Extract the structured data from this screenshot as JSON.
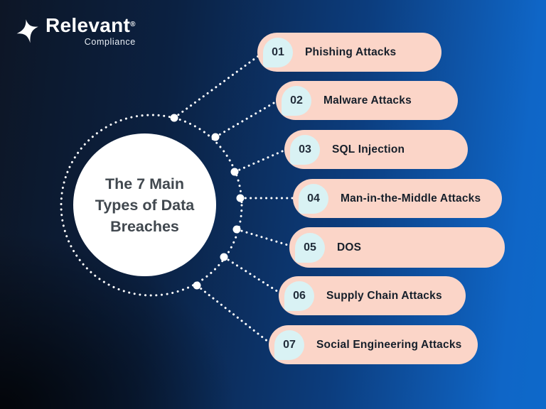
{
  "brand": {
    "name": "Relevant",
    "registered_mark": "®",
    "subtitle": "Compliance",
    "logo_icon": "sparkle-icon",
    "text_color": "#ffffff"
  },
  "center": {
    "title_lines": [
      "The 7 Main",
      "Types of Data",
      "Breaches"
    ],
    "text_color": "#41484f",
    "circle_color": "#ffffff"
  },
  "items": [
    {
      "num": "01",
      "label": "Phishing Attacks"
    },
    {
      "num": "02",
      "label": "Malware Attacks"
    },
    {
      "num": "03",
      "label": "SQL Injection"
    },
    {
      "num": "04",
      "label": "Man-in-the-Middle Attacks"
    },
    {
      "num": "05",
      "label": "DOS"
    },
    {
      "num": "06",
      "label": "Supply Chain Attacks"
    },
    {
      "num": "07",
      "label": "Social Engineering Attacks"
    }
  ],
  "colors": {
    "pill_bg": "#fbd5c8",
    "badge_bg": "#d9f2f4",
    "pill_text": "#161f2a",
    "connector": "#ffffff",
    "background_left": "#070d18",
    "background_right": "#0f66c7"
  }
}
